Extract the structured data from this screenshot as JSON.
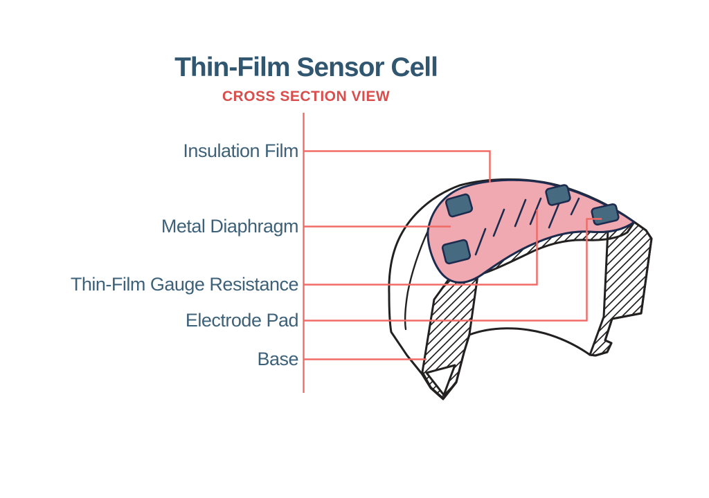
{
  "header": {
    "title": "Thin-Film Sensor Cell",
    "subtitle": "CROSS SECTION VIEW"
  },
  "labels": [
    {
      "id": "insulation-film",
      "text": "Insulation Film"
    },
    {
      "id": "metal-diaphragm",
      "text": "Metal Diaphragm"
    },
    {
      "id": "thin-film-gauge-resistance",
      "text": "Thin-Film Gauge Resistance"
    },
    {
      "id": "electrode-pad",
      "text": "Electrode Pad"
    },
    {
      "id": "base",
      "text": "Base"
    }
  ],
  "diagram": {
    "electrode_pad_count": 4,
    "gauge_line_count": 6
  },
  "colors": {
    "title": "#315670",
    "label": "#3d6179",
    "accent_red": "#d94e4c",
    "leader_red": "#f06a66",
    "diaphragm_pink": "#f0a9b1",
    "pad_fill": "#466a7f",
    "navy": "#1d2c4e",
    "outline": "#232020"
  }
}
